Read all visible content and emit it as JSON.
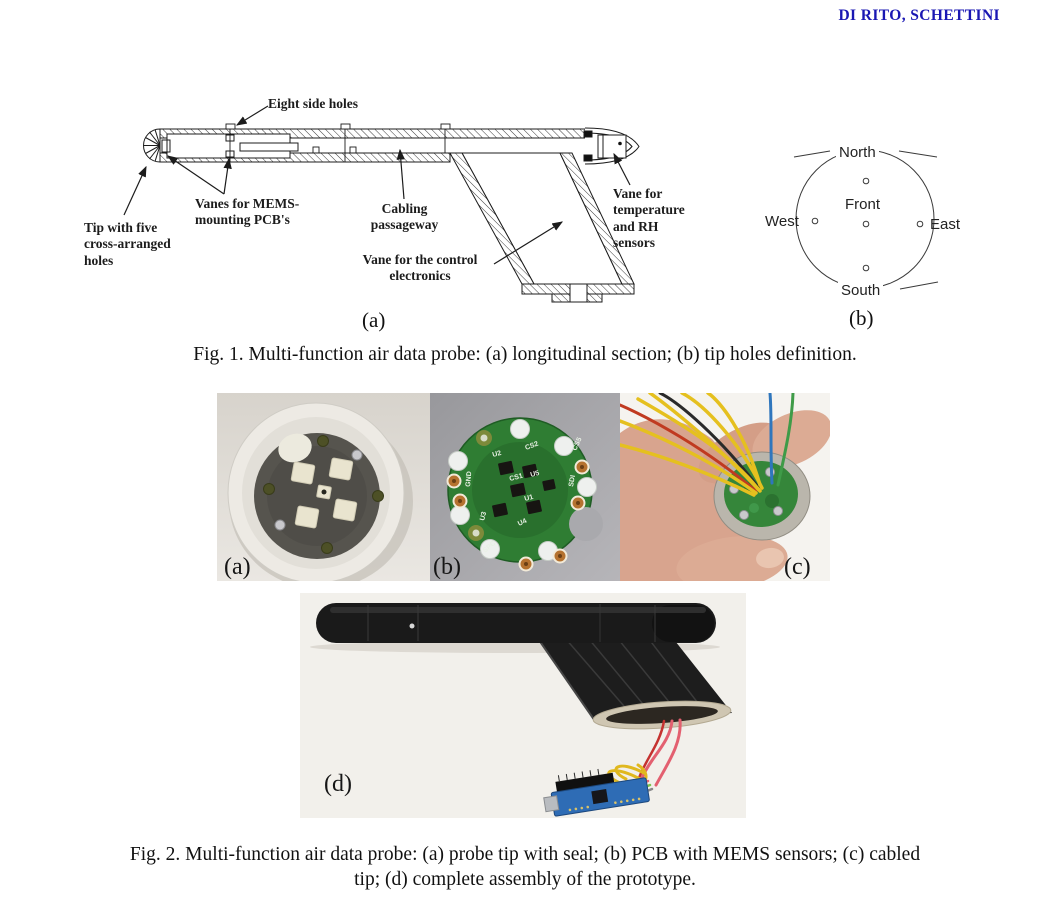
{
  "header": {
    "authors": "DI RITO, SCHETTINI",
    "color": "#1a17b3"
  },
  "figure1": {
    "caption": "Fig. 1. Multi-function air data probe: (a) longitudinal section; (b) tip holes definition.",
    "label_a": "(a)",
    "label_b": "(b)",
    "annotations": {
      "eight_side_holes": "Eight side holes",
      "vanes_mems_l1": "Vanes for MEMS-",
      "vanes_mems_l2": "mounting PCB's",
      "tip_l1": "Tip with five",
      "tip_l2": "cross-arranged",
      "tip_l3": "holes",
      "cabling_l1": "Cabling",
      "cabling_l2": "passageway",
      "vane_control_l1": "Vane for the control",
      "vane_control_l2": "electronics",
      "vane_temp_l1": "Vane for",
      "vane_temp_l2": "temperature",
      "vane_temp_l3": "and RH",
      "vane_temp_l4": "sensors"
    },
    "compass": {
      "north": "North",
      "south": "South",
      "west": "West",
      "east": "East",
      "front": "Front"
    }
  },
  "figure2": {
    "caption_l1": "Fig. 2. Multi-function air data probe: (a) probe tip with seal; (b) PCB with MEMS sensors; (c) cabled",
    "caption_l2": "tip; (d) complete assembly of the prototype.",
    "label_a": "(a)",
    "label_b": "(b)",
    "label_c": "(c)",
    "label_d": "(d)",
    "pcb_labels": [
      "U2",
      "CS2",
      "CS5",
      "GND",
      "CS1",
      "U5",
      "U1",
      "U3",
      "U4",
      "SPC",
      "SDI"
    ]
  }
}
